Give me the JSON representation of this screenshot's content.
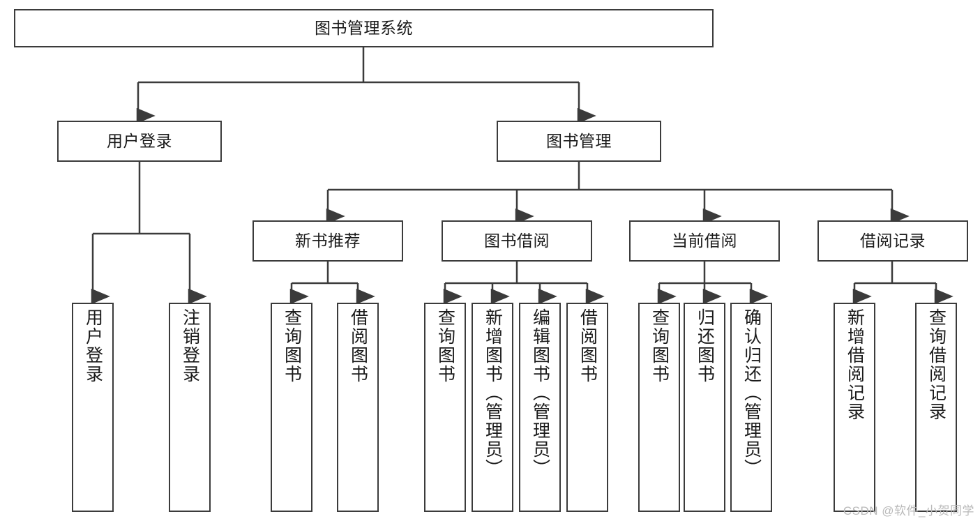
{
  "diagram": {
    "type": "tree",
    "title": "图书管理系统",
    "watermark": "CSDN @软件_小贺同学",
    "colors": {
      "stroke": "#3b3b3b",
      "fill": "#ffffff",
      "text": "#1a1a1a",
      "watermark": "#b9b9b9"
    },
    "levels": {
      "root": {
        "label": "图书管理系统"
      },
      "level1": [
        {
          "label": "用户登录"
        },
        {
          "label": "图书管理"
        }
      ],
      "level2": [
        {
          "label": "新书推荐"
        },
        {
          "label": "图书借阅"
        },
        {
          "label": "当前借阅"
        },
        {
          "label": "借阅记录"
        }
      ],
      "leaves_user_login": [
        {
          "label": "用户登录"
        },
        {
          "label": "注销登录"
        }
      ],
      "leaves_new_book": [
        {
          "label": "查询图书"
        },
        {
          "label": "借阅图书"
        }
      ],
      "leaves_borrow": [
        {
          "label": "查询图书"
        },
        {
          "label": "新增图书（管理员）"
        },
        {
          "label": "编辑图书（管理员）"
        },
        {
          "label": "借阅图书"
        }
      ],
      "leaves_current": [
        {
          "label": "查询图书"
        },
        {
          "label": "归还图书"
        },
        {
          "label": "确认归还（管理员）"
        }
      ],
      "leaves_records": [
        {
          "label": "新增借阅记录"
        },
        {
          "label": "查询借阅记录"
        }
      ]
    }
  }
}
